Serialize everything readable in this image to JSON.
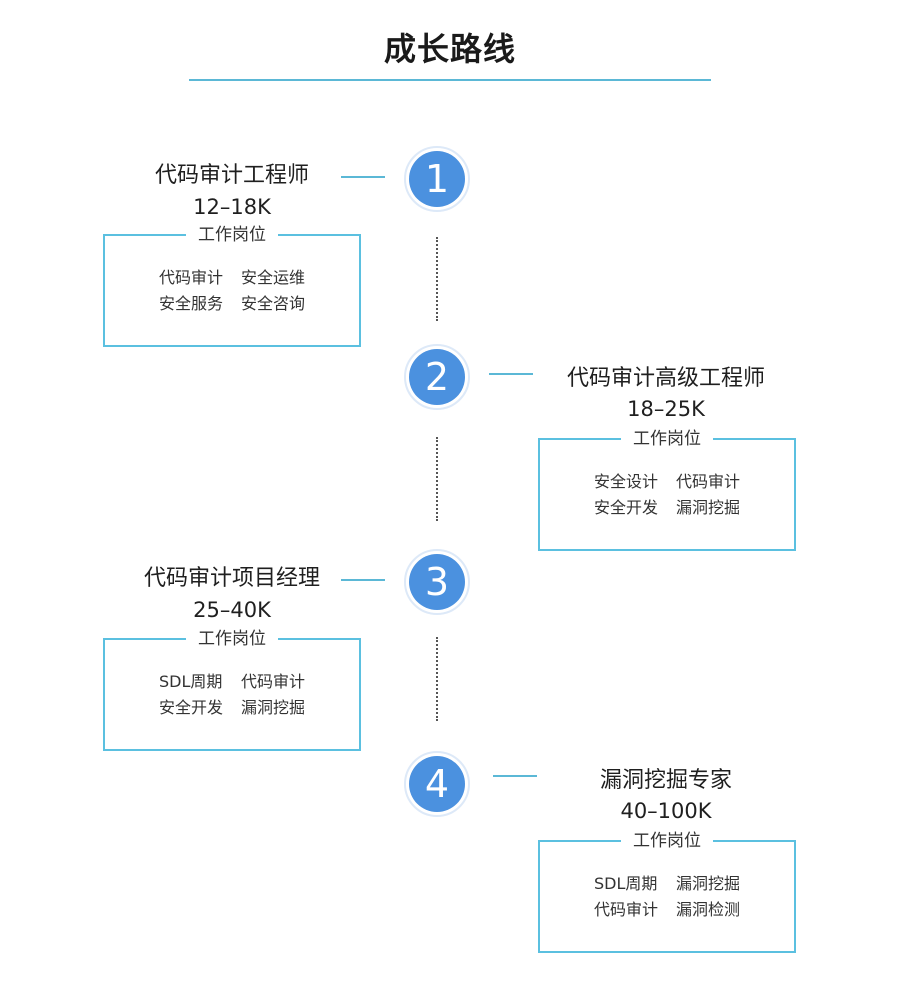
{
  "title": "成长路线",
  "steps": [
    {
      "number": "1",
      "role": "代码审计工程师",
      "salary": "12–18K",
      "box_label": "工作岗位",
      "jobs": [
        "代码审计",
        "安全运维",
        "安全服务",
        "安全咨询"
      ]
    },
    {
      "number": "2",
      "role": "代码审计高级工程师",
      "salary": "18–25K",
      "box_label": "工作岗位",
      "jobs": [
        "安全设计",
        "代码审计",
        "安全开发",
        "漏洞挖掘"
      ]
    },
    {
      "number": "3",
      "role": "代码审计项目经理",
      "salary": "25–40K",
      "box_label": "工作岗位",
      "jobs": [
        "SDL周期",
        "代码审计",
        "安全开发",
        "漏洞挖掘"
      ]
    },
    {
      "number": "4",
      "role": "漏洞挖掘专家",
      "salary": "40–100K",
      "box_label": "工作岗位",
      "jobs": [
        "SDL周期",
        "漏洞挖掘",
        "代码审计",
        "漏洞检测"
      ]
    }
  ]
}
